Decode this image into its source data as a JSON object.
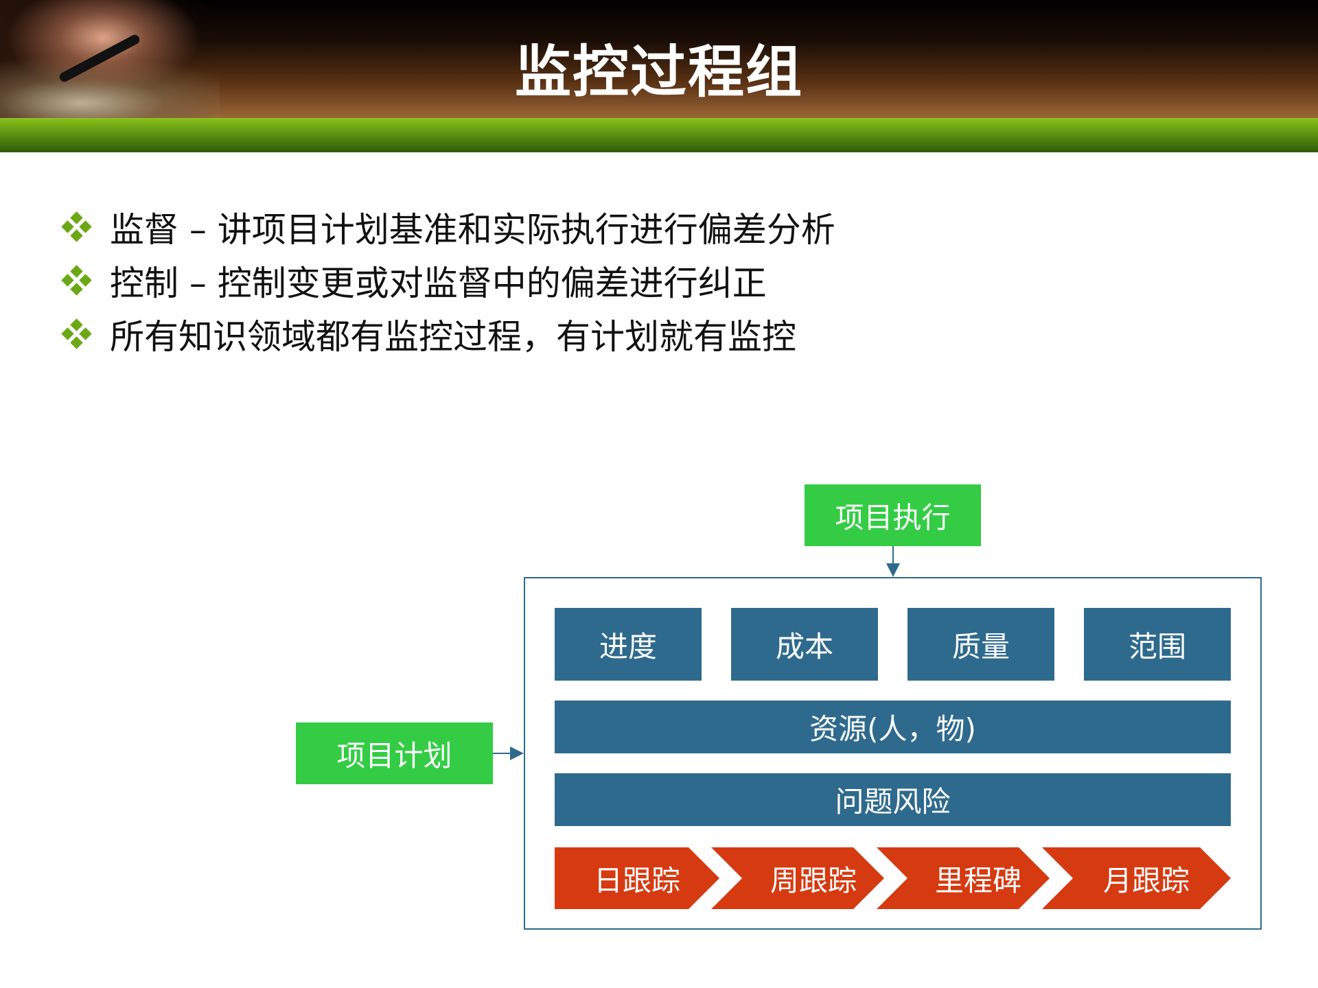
{
  "header": {
    "title": "监控过程组"
  },
  "bullets": [
    {
      "icon": "diamond-cluster-icon",
      "text": "监督 – 讲项目计划基准和实际执行进行偏差分析"
    },
    {
      "icon": "diamond-cluster-icon",
      "text": "控制 – 控制变更或对监督中的偏差进行纠正"
    },
    {
      "icon": "diamond-cluster-icon",
      "text": "所有知识领域都有监控过程，有计划就有监控"
    }
  ],
  "diagram": {
    "execution": "项目执行",
    "plan": "项目计划",
    "areas": [
      "进度",
      "成本",
      "质量",
      "范围"
    ],
    "resources": "资源(人，物)",
    "risks": "问题风险",
    "tracking": [
      "日跟踪",
      "周跟踪",
      "里程碑",
      "月跟踪"
    ]
  },
  "colors": {
    "title_green": "#33cc44",
    "box_blue": "#2e6a8e",
    "chevron_red": "#d63a10",
    "bullet_green": "#6aa814"
  }
}
